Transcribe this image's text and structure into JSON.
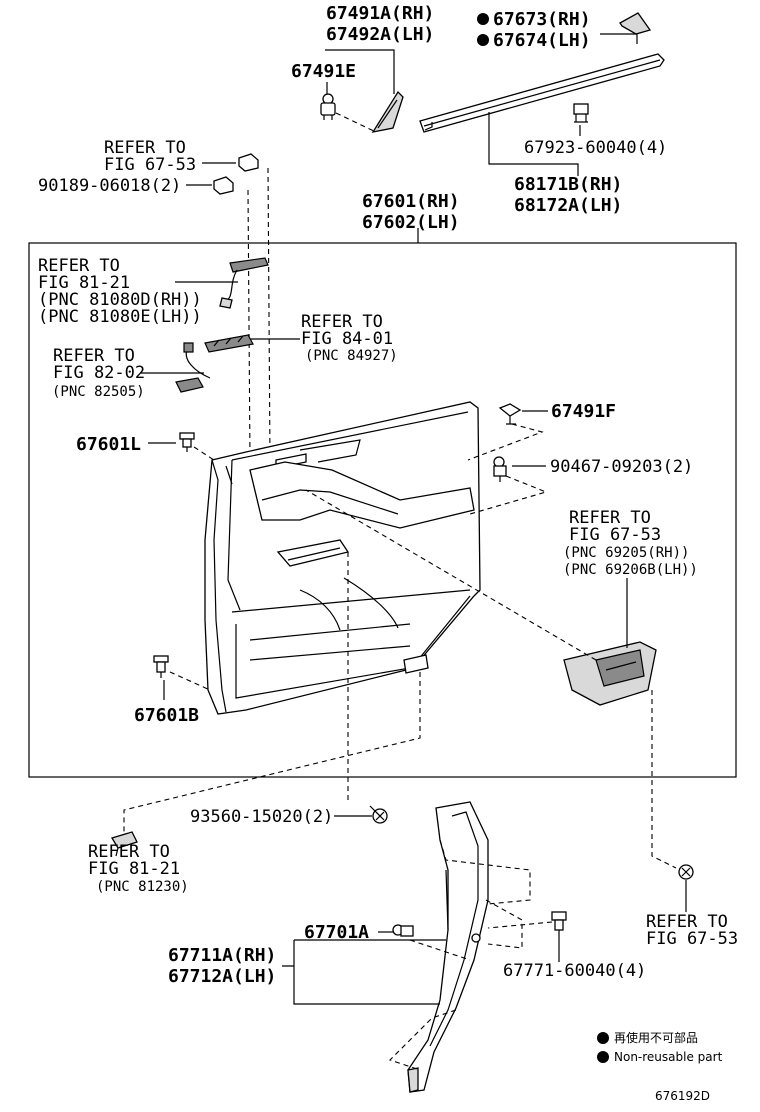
{
  "labels": {
    "p67491A": "67491A(RH)",
    "p67492A": "67492A(LH)",
    "p67673": "67673(RH)",
    "p67674": "67674(LH)",
    "p67491E": "67491E",
    "p67923": "67923-60040(4)",
    "p68171B": "68171B(RH)",
    "p68172A": "68172A(LH)",
    "ref6753_a1": "REFER TO",
    "ref6753_a2": "FIG 67-53",
    "p90189": "90189-06018(2)",
    "p67601": "67601(RH)",
    "p67602": "67602(LH)",
    "ref8121_1": "REFER TO",
    "ref8121_2": "FIG 81-21",
    "ref8121_3": "(PNC 81080D(RH))",
    "ref8121_4": "(PNC 81080E(LH))",
    "ref8401_1": "REFER TO",
    "ref8401_2": "FIG 84-01",
    "ref8401_3": "(PNC 84927)",
    "ref8202_1": "REFER TO",
    "ref8202_2": "FIG 82-02",
    "ref8202_3": "(PNC 82505)",
    "p67491F": "67491F",
    "p67601L": "67601L",
    "p90467": "90467-09203(2)",
    "ref6753_b1": "REFER TO",
    "ref6753_b2": "FIG 67-53",
    "ref6753_b3": "(PNC 69205(RH))",
    "ref6753_b4": "(PNC 69206B(LH))",
    "p67601B": "67601B",
    "p93560": "93560-15020(2)",
    "ref81230_1": "REFER TO",
    "ref81230_2": "FIG 81-21",
    "ref81230_3": "(PNC 81230)",
    "ref6753_c1": "REFER TO",
    "ref6753_c2": "FIG 67-53",
    "p67701A": "67701A",
    "p67711A": "67711A(RH)",
    "p67712A": "67712A(LH)",
    "p67771": "67771-60040(4)",
    "legend_jp": "再使用不可部品",
    "legend_en": "Non-reusable part",
    "figure_code": "676192D"
  }
}
